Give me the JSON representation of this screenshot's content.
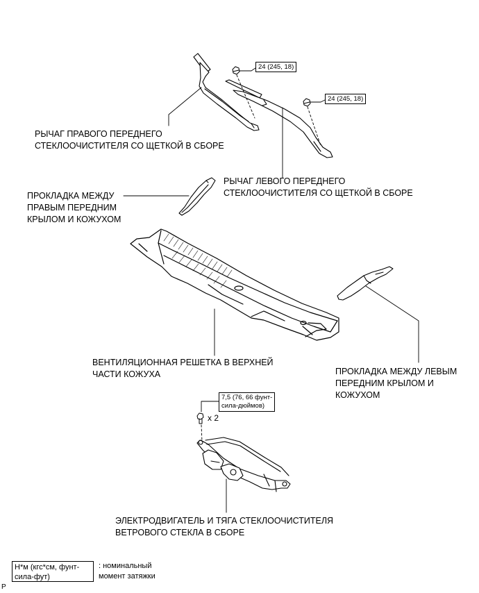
{
  "parts": {
    "right_wiper_arm": [
      "РЫЧАГ ПРАВОГО ПЕРЕДНЕГО",
      "СТЕКЛООЧИСТИТЕЛЯ СО ЩЕТКОЙ В СБОРЕ"
    ],
    "left_wiper_arm": [
      "РЫЧАГ ЛЕВОГО ПЕРЕДНЕГО",
      "СТЕКЛООЧИСТИТЕЛЯ СО ЩЕТКОЙ В СБОРЕ"
    ],
    "right_seal": [
      "ПРОКЛАДКА МЕЖДУ",
      "ПРАВЫМ ПЕРЕДНИМ",
      "КРЫЛОМ И КОЖУХОМ"
    ],
    "cowl_louver": [
      "ВЕНТИЛЯЦИОННАЯ РЕШЕТКА В ВЕРХНЕЙ",
      "ЧАСТИ КОЖУХА"
    ],
    "left_seal": [
      "ПРОКЛАДКА МЕЖДУ ЛЕВЫМ",
      "ПЕРЕДНИМ КРЫЛОМ И",
      "КОЖУХОМ"
    ],
    "motor_link": [
      "ЭЛЕКТРОДВИГАТЕЛЬ И ТЯГА СТЕКЛООЧИСТИТЕЛЯ",
      "ВЕТРОВОГО СТЕКЛА В СБОРЕ"
    ]
  },
  "torque": {
    "right_nut": "24 (245, 18)",
    "left_nut": "24 (245, 18)",
    "motor_bolt": [
      "7,5 (76, 66 фунт-",
      "сила-дюймов)"
    ],
    "bolt_qty": "x 2"
  },
  "legend": {
    "units": [
      "Н*м (кгс*см, фунт-",
      "сила-фут)"
    ],
    "meaning": [
      ": номинальный",
      "момент затяжки"
    ]
  },
  "corner_mark": "P"
}
